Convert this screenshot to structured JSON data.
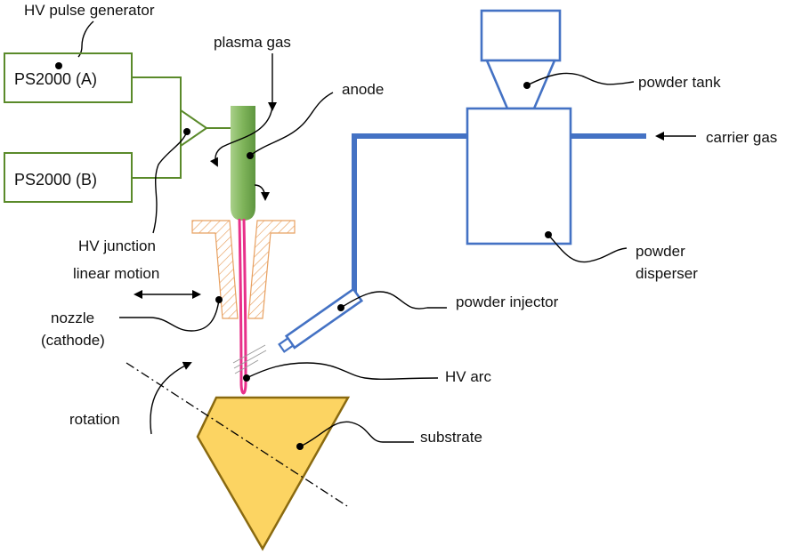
{
  "labels": {
    "hv_pulse_generator": "HV pulse generator",
    "ps2000_a": "PS2000 (A)",
    "ps2000_b": "PS2000 (B)",
    "plasma_gas": "plasma gas",
    "anode": "anode",
    "hv_junction": "HV junction",
    "linear_motion": "linear motion",
    "nozzle_line1": "nozzle",
    "nozzle_line2": "(cathode)",
    "rotation": "rotation",
    "powder_tank": "powder tank",
    "carrier_gas": "carrier gas",
    "powder_disperser_line1": "powder",
    "powder_disperser_line2": "disperser",
    "powder_injector": "powder injector",
    "hv_arc": "HV arc",
    "substrate": "substrate"
  },
  "colors": {
    "generator_green": "#5a8a2a",
    "anode_green": "#8fbf6a",
    "nozzle_orange": "#e8a060",
    "powder_blue": "#4472c4",
    "arc_pink": "#e8308a",
    "substrate_yellow": "#fcd462",
    "substrate_outline": "#8a6a10"
  }
}
